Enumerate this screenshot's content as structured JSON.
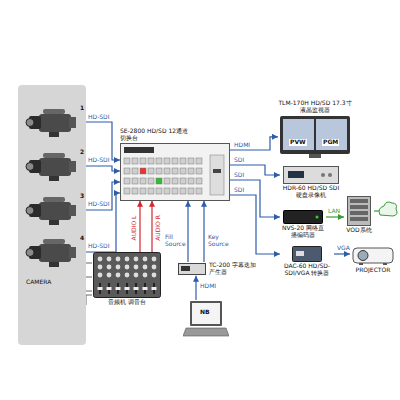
{
  "diagram": {
    "nodes": [
      {
        "text": [
          "CAMERA"
        ]
      },
      {
        "text": [
          "1"
        ],
        "in": 0
      },
      {
        "text": [
          "2"
        ],
        "in": 0
      },
      {
        "text": [
          "3"
        ],
        "in": 0
      },
      {
        "text": [
          "4"
        ],
        "in": 0
      },
      {
        "text": [
          "SE-2800 HD/SD 12通道切换台"
        ]
      },
      {
        "text": [
          "TLM-170H HD/SD 17.3寸液晶监视器",
          "PVW",
          "PGM"
        ]
      },
      {
        "text": [
          "HDR-60 HD/SD SDI 硬盘录像机"
        ]
      },
      {
        "text": [
          "NVS-20 网络直播编码器"
        ]
      },
      {
        "text": [
          "VOD系统"
        ]
      },
      {
        "text": [
          "DAC-60 HD/SD-SDI/VGA 转换器"
        ]
      },
      {
        "text": [
          "PROJECTOR"
        ]
      },
      {
        "text": [
          "音频机 调音台"
        ]
      },
      {
        "text": [
          "TC-200 字幕迭加产生器"
        ]
      },
      {
        "text": [
          "NB"
        ]
      }
    ],
    "edges": [
      {
        "from": 1,
        "to": 5,
        "label": "HD-SDI",
        "arrow": "to"
      },
      {
        "from": 2,
        "to": 5,
        "label": "HD-SDI",
        "arrow": "to"
      },
      {
        "from": 3,
        "to": 5,
        "label": "HD-SDI",
        "arrow": "to"
      },
      {
        "from": 4,
        "to": 5,
        "label": "HD-SDI",
        "arrow": "to"
      },
      {
        "from": 5,
        "to": 6,
        "label": "HDMI",
        "arrow": "to"
      },
      {
        "from": 5,
        "to": 7,
        "label": "SDI",
        "arrow": "to"
      },
      {
        "from": 5,
        "to": 8,
        "label": "SDI",
        "arrow": "to"
      },
      {
        "from": 8,
        "to": 9,
        "label": "LAN",
        "arrow": "to"
      },
      {
        "from": 5,
        "to": 10,
        "label": "SDI",
        "arrow": "to"
      },
      {
        "from": 10,
        "to": 11,
        "label": "VGA",
        "arrow": "to"
      },
      {
        "from": 12,
        "to": 5,
        "label": "AUDIO L",
        "arrow": "to"
      },
      {
        "from": 12,
        "to": 5,
        "label": "AUDIO R",
        "arrow": "to"
      },
      {
        "from": 13,
        "to": 5,
        "label": "Fill Source",
        "arrow": "to"
      },
      {
        "from": 13,
        "to": 5,
        "label": "Key Source",
        "arrow": "to"
      },
      {
        "from": 14,
        "to": 13,
        "label": "HDMI",
        "arrow": "to"
      }
    ]
  }
}
